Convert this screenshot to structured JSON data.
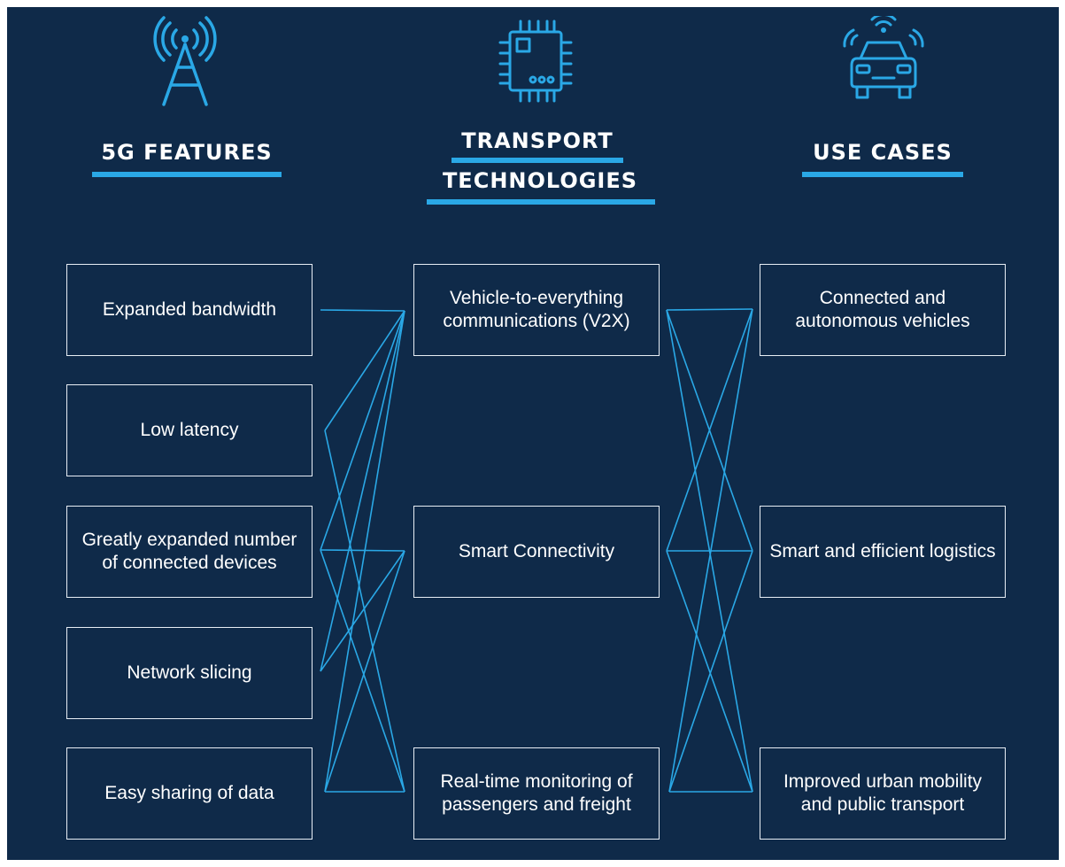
{
  "headings": {
    "features": "5G FEATURES",
    "tech_line1": "TRANSPORT",
    "tech_line2": "TECHNOLOGIES",
    "use_cases": "USE CASES"
  },
  "features": [
    "Expanded bandwidth",
    "Low latency",
    "Greatly expanded number of connected devices",
    "Network slicing",
    "Easy sharing of data"
  ],
  "technologies": [
    "Vehicle-to-everything communications (V2X)",
    "Smart Connectivity",
    "Real-time monitoring of passengers and freight"
  ],
  "use_cases": [
    "Connected and autonomous vehicles",
    "Smart and efficient logistics",
    "Improved urban mobility and public transport"
  ],
  "icons": {
    "features": "cell-tower-icon",
    "technologies": "microchip-icon",
    "use_cases": "connected-car-icon"
  },
  "colors": {
    "background": "#0f2a49",
    "accent": "#2aa8e6",
    "box_border": "#e8eef5",
    "text": "#ffffff"
  }
}
